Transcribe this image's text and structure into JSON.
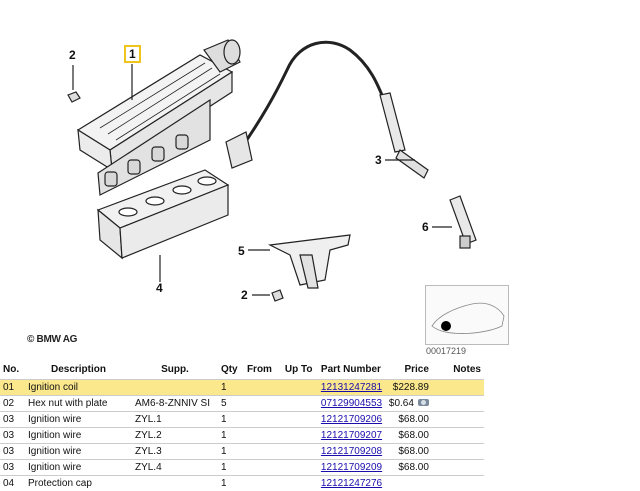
{
  "diagram": {
    "callouts": {
      "c1": "1",
      "c2a": "2",
      "c2b": "2",
      "c3": "3",
      "c4": "4",
      "c5": "5",
      "c6": "6"
    },
    "copyright": "© BMW AG",
    "image_id": "00017219"
  },
  "table": {
    "headers": {
      "no": "No.",
      "description": "Description",
      "supp": "Supp.",
      "qty": "Qty",
      "from": "From",
      "upto": "Up To",
      "part_number": "Part Number",
      "price": "Price",
      "notes": "Notes"
    },
    "rows": [
      {
        "no": "01",
        "description": "Ignition coil",
        "supp": "",
        "qty": "1",
        "from": "",
        "upto": "",
        "part_number": "12131247281",
        "price": "$228.89",
        "selected": true
      },
      {
        "no": "02",
        "description": "Hex nut with plate",
        "supp": "AM6-8-ZNNIV SI",
        "qty": "5",
        "from": "",
        "upto": "",
        "part_number": "07129904553",
        "price": "$0.64",
        "has_photo": true
      },
      {
        "no": "03",
        "description": "Ignition wire",
        "supp": "ZYL.1",
        "qty": "1",
        "from": "",
        "upto": "",
        "part_number": "12121709206",
        "price": "$68.00"
      },
      {
        "no": "03",
        "description": "Ignition wire",
        "supp": "ZYL.2",
        "qty": "1",
        "from": "",
        "upto": "",
        "part_number": "12121709207",
        "price": "$68.00"
      },
      {
        "no": "03",
        "description": "Ignition wire",
        "supp": "ZYL.3",
        "qty": "1",
        "from": "",
        "upto": "",
        "part_number": "12121709208",
        "price": "$68.00"
      },
      {
        "no": "03",
        "description": "Ignition wire",
        "supp": "ZYL.4",
        "qty": "1",
        "from": "",
        "upto": "",
        "part_number": "12121709209",
        "price": "$68.00"
      },
      {
        "no": "04",
        "description": "Protection cap",
        "supp": "",
        "qty": "1",
        "from": "",
        "upto": "",
        "part_number": "12121247276",
        "price": ""
      }
    ]
  },
  "colors": {
    "selected_row": "#fbe88d",
    "selected_callout_border": "#f0c419",
    "link": "#1a0dab"
  }
}
